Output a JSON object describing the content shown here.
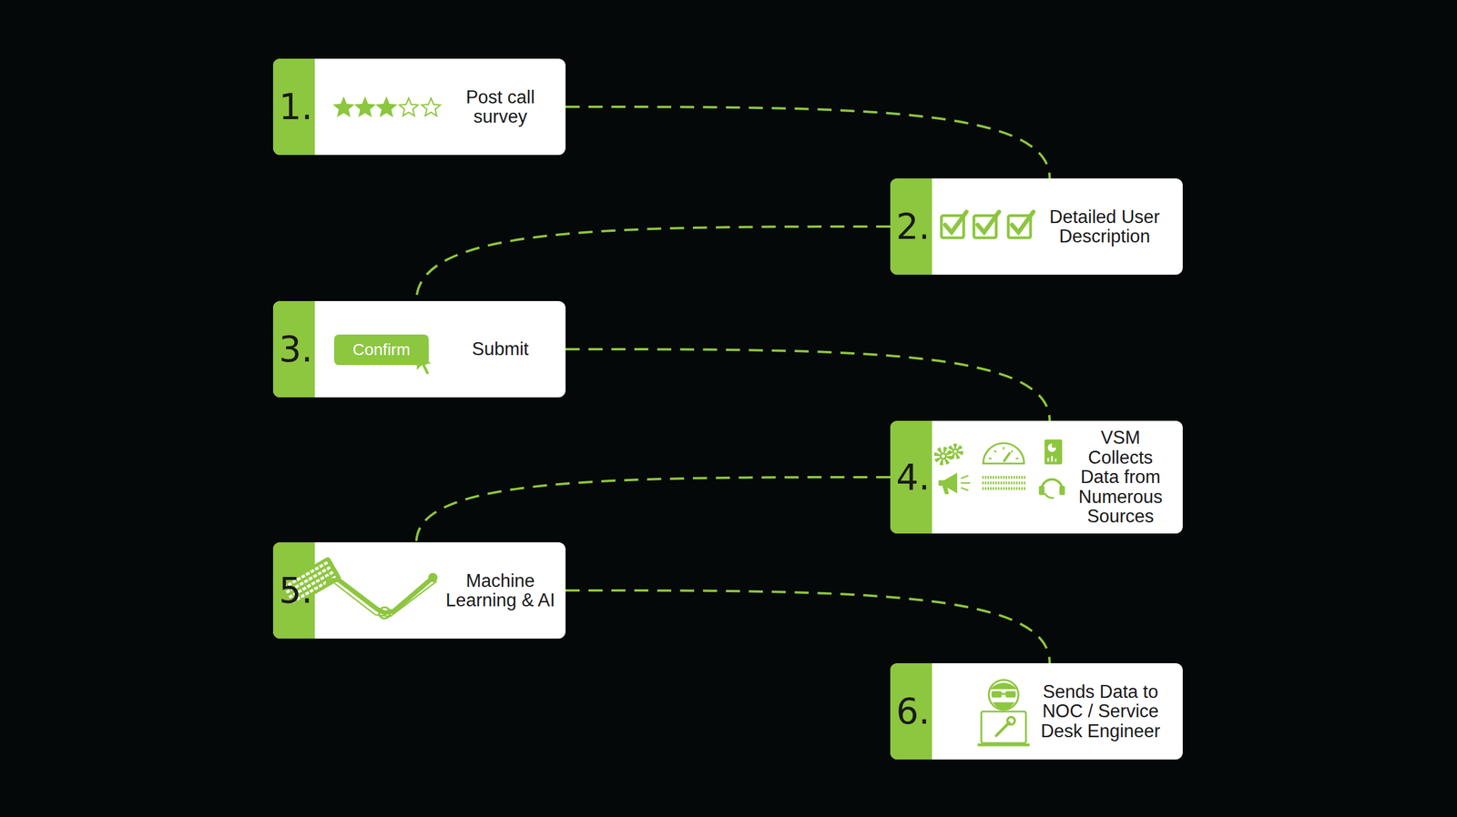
{
  "diagram": {
    "nodes": [
      {
        "text": [
          "1.",
          "Post call survey"
        ]
      },
      {
        "text": [
          "2.",
          "Detailed User Description"
        ]
      },
      {
        "text": [
          "3.",
          "Confirm",
          "Submit"
        ]
      },
      {
        "text": [
          "4.",
          "VSM Collects Data from Numerous Sources"
        ]
      },
      {
        "text": [
          "5.",
          "Machine Learning & AI"
        ]
      },
      {
        "text": [
          "6.",
          "Sends Data to NOC / Service Desk Engineer"
        ]
      }
    ],
    "edges": [
      {
        "from": 0,
        "to": 1,
        "arrow": "none"
      },
      {
        "from": 1,
        "to": 2,
        "arrow": "none"
      },
      {
        "from": 2,
        "to": 3,
        "arrow": "none"
      },
      {
        "from": 3,
        "to": 4,
        "arrow": "none"
      },
      {
        "from": 4,
        "to": 5,
        "arrow": "none"
      }
    ]
  }
}
